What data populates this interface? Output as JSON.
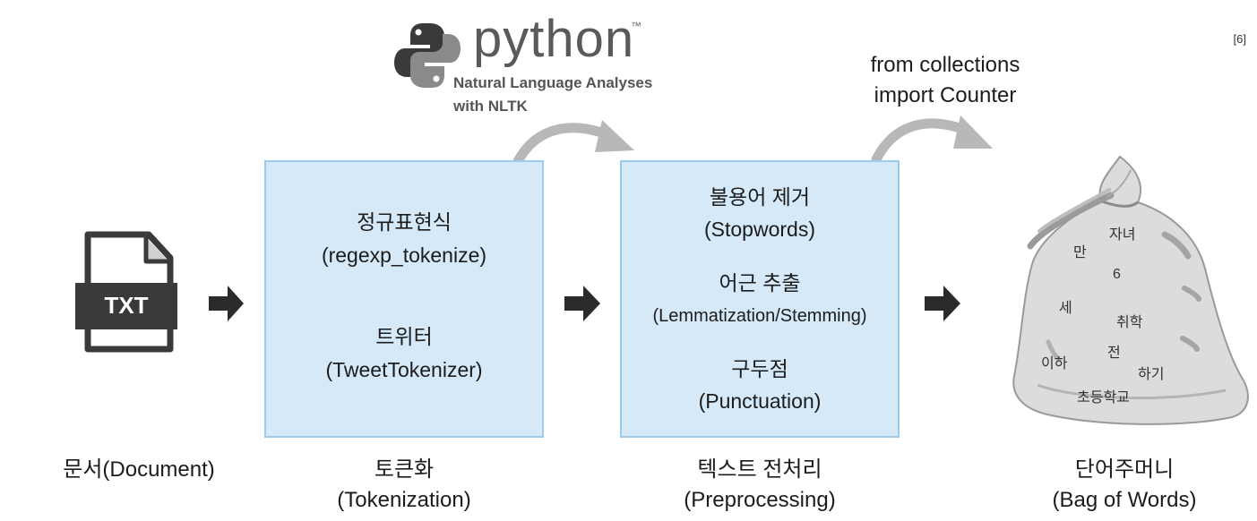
{
  "reference": "[6]",
  "python_logo": {
    "wordmark": "python",
    "trademark": "™",
    "subtitle_line1": "Natural Language Analyses",
    "subtitle_line2": "with NLTK"
  },
  "collections_code": {
    "line1": "from collections",
    "line2": "import Counter"
  },
  "document": {
    "icon_text": "TXT",
    "caption": "문서(Document)"
  },
  "tokenization": {
    "item1_kr": "정규표현식",
    "item1_en": "(regexp_tokenize)",
    "item2_kr": "트위터",
    "item2_en": "(TweetTokenizer)",
    "caption_kr": "토큰화",
    "caption_en": "(Tokenization)"
  },
  "preprocessing": {
    "item1_kr": "불용어 제거",
    "item1_en": "(Stopwords)",
    "item2_kr": "어근 추출",
    "item2_en": "(Lemmatization/Stemming)",
    "item3_kr": "구두점",
    "item3_en": "(Punctuation)",
    "caption_kr": "텍스트 전처리",
    "caption_en": "(Preprocessing)"
  },
  "bag_of_words": {
    "words": [
      "자녀",
      "만",
      "6",
      "세",
      "취학",
      "이하",
      "전",
      "하기",
      "초등학교"
    ],
    "caption_kr": "단어주머니",
    "caption_en": "(Bag of Words)"
  },
  "colors": {
    "box_fill": "#d6e9f8",
    "box_border": "#9ccbee",
    "arrow": "#2b2b2b",
    "curve_arrow": "#b8b8b8",
    "python_blue": "#3a3a3a",
    "python_yellow": "#8a8a8a"
  }
}
